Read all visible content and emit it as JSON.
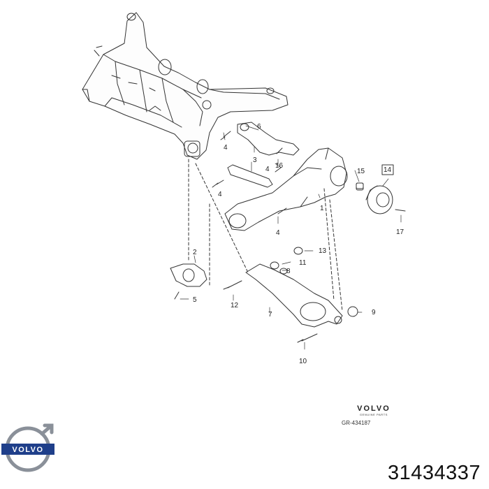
{
  "diagram": {
    "callouts": [
      {
        "id": "c1",
        "text": "1"
      },
      {
        "id": "c2",
        "text": "2"
      },
      {
        "id": "c3",
        "text": "3"
      },
      {
        "id": "c4a",
        "text": "4"
      },
      {
        "id": "c4b",
        "text": "4"
      },
      {
        "id": "c4c",
        "text": "4"
      },
      {
        "id": "c4d",
        "text": "4"
      },
      {
        "id": "c5",
        "text": "5"
      },
      {
        "id": "c6",
        "text": "6"
      },
      {
        "id": "c7",
        "text": "7"
      },
      {
        "id": "c8",
        "text": "8"
      },
      {
        "id": "c9",
        "text": "9"
      },
      {
        "id": "c10",
        "text": "10"
      },
      {
        "id": "c11",
        "text": "11"
      },
      {
        "id": "c12",
        "text": "12"
      },
      {
        "id": "c13",
        "text": "13"
      },
      {
        "id": "c14",
        "text": "14"
      },
      {
        "id": "c15",
        "text": "15"
      },
      {
        "id": "c16",
        "text": "16"
      },
      {
        "id": "c17",
        "text": "17"
      }
    ]
  },
  "brand": {
    "wordmark": "VOLVO",
    "sub": "GENUINE PARTS",
    "diagram_ref": "GR-434187",
    "logo_text": "VOLVO"
  },
  "part_number": "31434337",
  "colors": {
    "line": "#333333",
    "logo_blue": "#1f3f8a",
    "logo_grey": "#8a9099"
  }
}
